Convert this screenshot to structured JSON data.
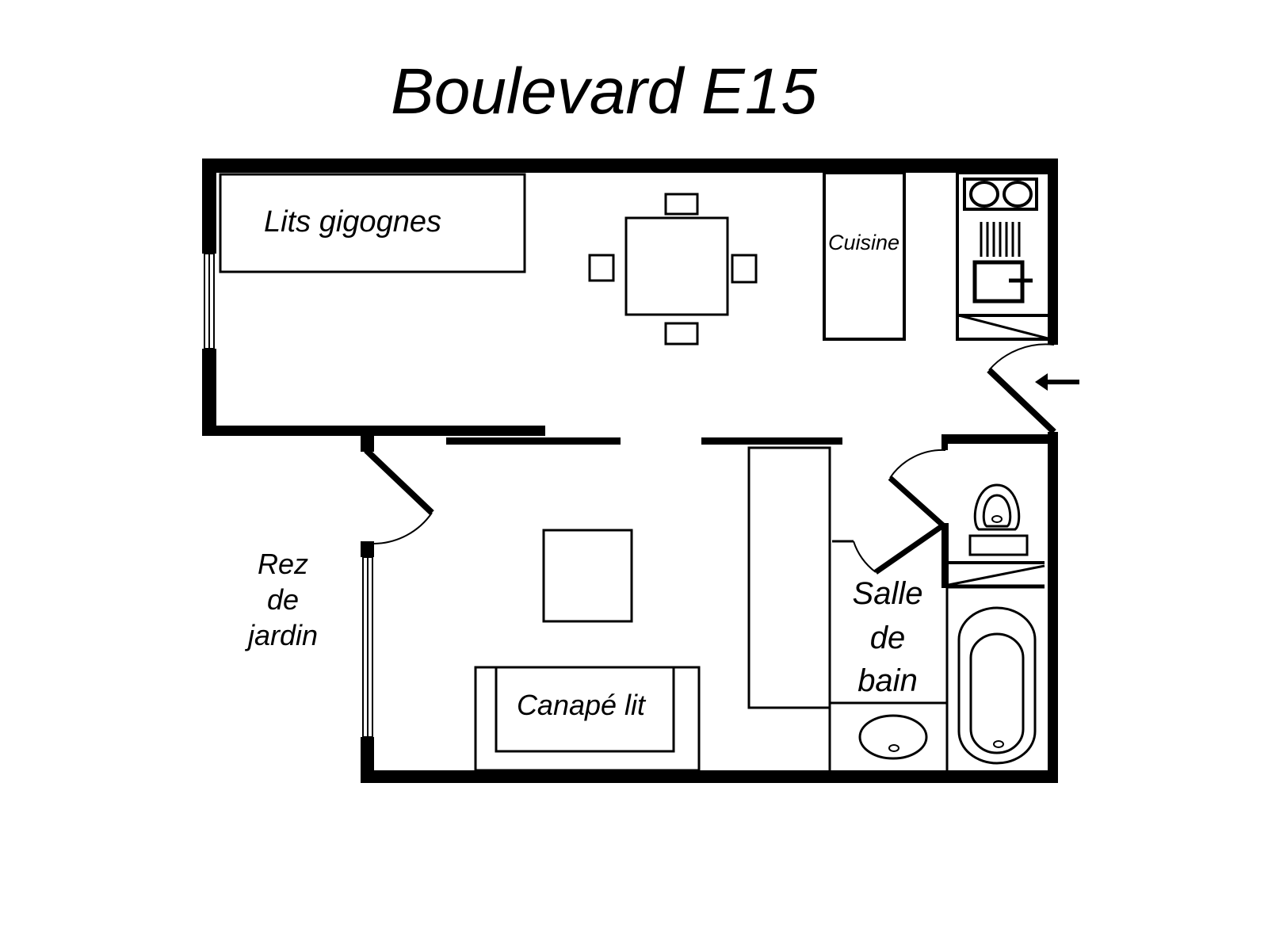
{
  "title": "Boulevard E15",
  "rooms": {
    "bunk_beds": "Lits gigognes",
    "kitchen": "Cuisine",
    "sofa_bed": "Canapé lit",
    "bathroom": [
      "Salle",
      "de",
      "bain"
    ],
    "garden_level": [
      "Rez",
      "de",
      "jardin"
    ]
  },
  "icons": {
    "entrance": "arrow-left-icon"
  }
}
